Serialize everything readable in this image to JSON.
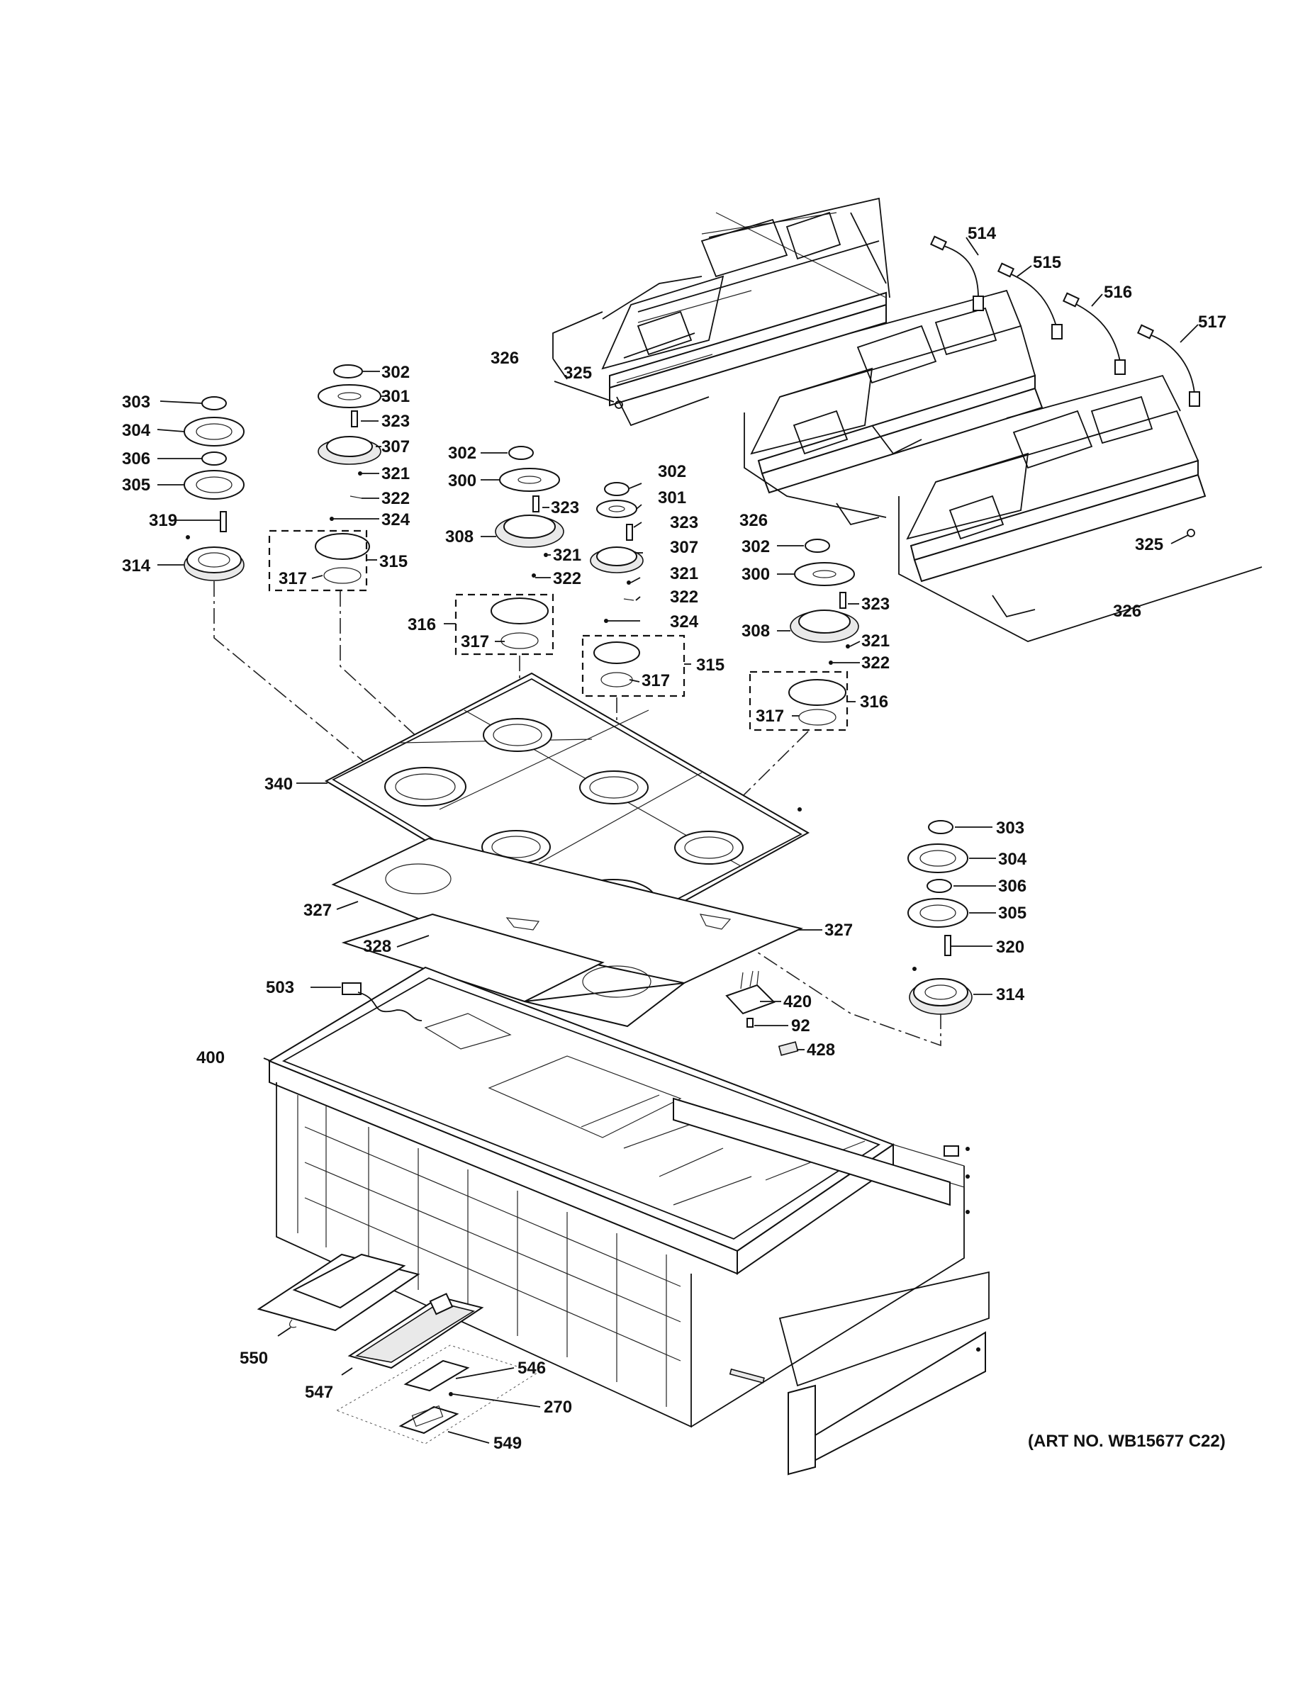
{
  "art_number": "(ART NO. WB15677 C22)",
  "callouts": [
    {
      "id": "c514",
      "text": "514"
    },
    {
      "id": "c515",
      "text": "515"
    },
    {
      "id": "c516",
      "text": "516"
    },
    {
      "id": "c517",
      "text": "517"
    },
    {
      "id": "c326a",
      "text": "326"
    },
    {
      "id": "c325a",
      "text": "325"
    },
    {
      "id": "c326b",
      "text": "326"
    },
    {
      "id": "c325b",
      "text": "325"
    },
    {
      "id": "c326c",
      "text": "326"
    },
    {
      "id": "c303a",
      "text": "303"
    },
    {
      "id": "c304a",
      "text": "304"
    },
    {
      "id": "c306a",
      "text": "306"
    },
    {
      "id": "c305a",
      "text": "305"
    },
    {
      "id": "c319",
      "text": "319"
    },
    {
      "id": "c314a",
      "text": "314"
    },
    {
      "id": "c302a",
      "text": "302"
    },
    {
      "id": "c301a",
      "text": "301"
    },
    {
      "id": "c323a",
      "text": "323"
    },
    {
      "id": "c307a",
      "text": "307"
    },
    {
      "id": "c321a",
      "text": "321"
    },
    {
      "id": "c322a",
      "text": "322"
    },
    {
      "id": "c324a",
      "text": "324"
    },
    {
      "id": "c315a",
      "text": "315"
    },
    {
      "id": "c317a",
      "text": "317"
    },
    {
      "id": "c302b",
      "text": "302"
    },
    {
      "id": "c300a",
      "text": "300"
    },
    {
      "id": "c323b",
      "text": "323"
    },
    {
      "id": "c308a",
      "text": "308"
    },
    {
      "id": "c321b",
      "text": "321"
    },
    {
      "id": "c322b",
      "text": "322"
    },
    {
      "id": "c316a",
      "text": "316"
    },
    {
      "id": "c317b",
      "text": "317"
    },
    {
      "id": "c302c",
      "text": "302"
    },
    {
      "id": "c301b",
      "text": "301"
    },
    {
      "id": "c323c",
      "text": "323"
    },
    {
      "id": "c307b",
      "text": "307"
    },
    {
      "id": "c321c",
      "text": "321"
    },
    {
      "id": "c322c",
      "text": "322"
    },
    {
      "id": "c324b",
      "text": "324"
    },
    {
      "id": "c315b",
      "text": "315"
    },
    {
      "id": "c317c",
      "text": "317"
    },
    {
      "id": "c302d",
      "text": "302"
    },
    {
      "id": "c300b",
      "text": "300"
    },
    {
      "id": "c323d",
      "text": "323"
    },
    {
      "id": "c308b",
      "text": "308"
    },
    {
      "id": "c321d",
      "text": "321"
    },
    {
      "id": "c322d",
      "text": "322"
    },
    {
      "id": "c316b",
      "text": "316"
    },
    {
      "id": "c317d",
      "text": "317"
    },
    {
      "id": "c340",
      "text": "340"
    },
    {
      "id": "c303b",
      "text": "303"
    },
    {
      "id": "c304b",
      "text": "304"
    },
    {
      "id": "c306b",
      "text": "306"
    },
    {
      "id": "c305b",
      "text": "305"
    },
    {
      "id": "c320",
      "text": "320"
    },
    {
      "id": "c314b",
      "text": "314"
    },
    {
      "id": "c327a",
      "text": "327"
    },
    {
      "id": "c328",
      "text": "328"
    },
    {
      "id": "c327b",
      "text": "327"
    },
    {
      "id": "c503",
      "text": "503"
    },
    {
      "id": "c420",
      "text": "420"
    },
    {
      "id": "c92",
      "text": "92"
    },
    {
      "id": "c428",
      "text": "428"
    },
    {
      "id": "c400",
      "text": "400"
    },
    {
      "id": "c550",
      "text": "550"
    },
    {
      "id": "c547",
      "text": "547"
    },
    {
      "id": "c546",
      "text": "546"
    },
    {
      "id": "c270",
      "text": "270"
    },
    {
      "id": "c549",
      "text": "549"
    }
  ]
}
